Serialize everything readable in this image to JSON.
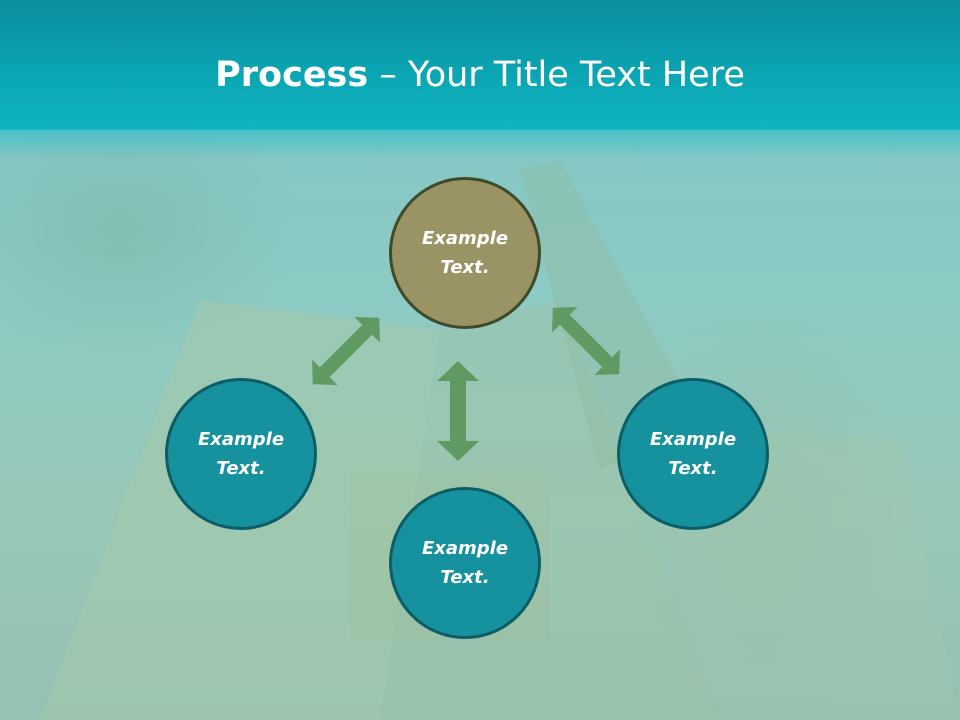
{
  "title": {
    "bold": "Process",
    "rest": " – Your Title Text Here"
  },
  "nodes": {
    "top": "Example\nText.",
    "left": "Example\nText.",
    "right": "Example\nText.",
    "bottom": "Example\nText."
  },
  "colors": {
    "header": "#0ba4b2",
    "node_teal": "#16919e",
    "node_olive": "#9a9464",
    "arrow": "#5f9a62"
  }
}
